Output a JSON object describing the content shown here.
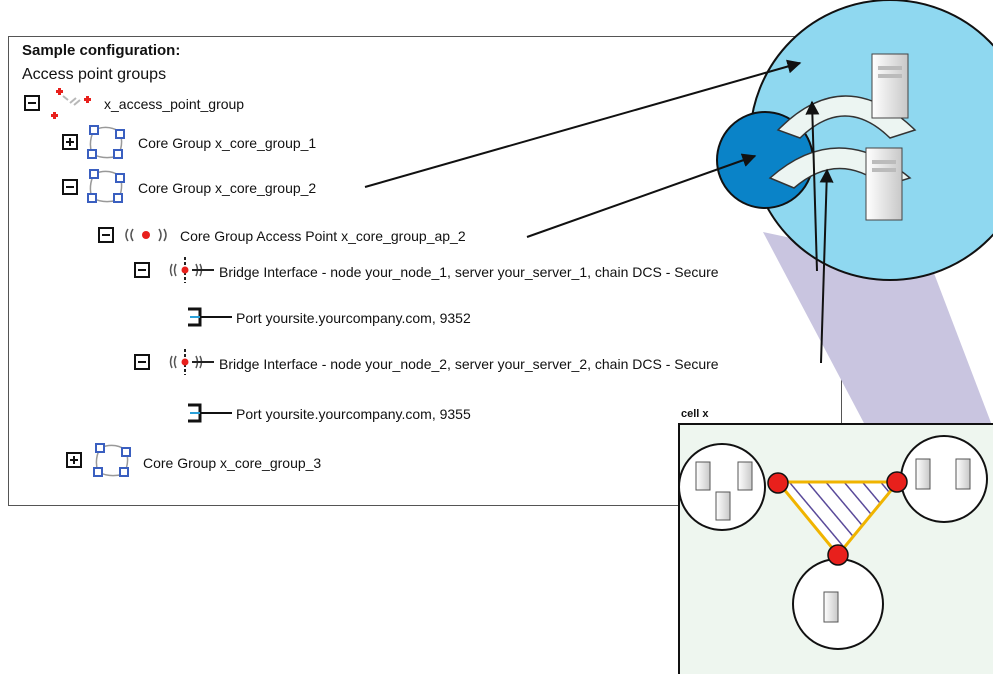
{
  "panel": {
    "heading": "Sample configuration:",
    "subheading": "Access point groups"
  },
  "tree": {
    "root": {
      "label": "x_access_point_group",
      "expanded": true,
      "icon": "access-point-group-icon"
    },
    "core_group_1": {
      "label": "Core Group x_core_group_1",
      "expanded": false,
      "icon": "core-group-icon"
    },
    "core_group_2": {
      "label": "Core Group x_core_group_2",
      "expanded": true,
      "icon": "core-group-icon"
    },
    "access_point": {
      "label": "Core Group Access Point  x_core_group_ap_2",
      "expanded": true,
      "icon": "access-point-icon"
    },
    "bridge_1": {
      "label": "Bridge Interface - node your_node_1, server your_server_1, chain DCS - Secure",
      "expanded": true,
      "icon": "bridge-interface-icon"
    },
    "port_1": {
      "label": "Port yoursite.yourcompany.com, 9352",
      "icon": "port-icon"
    },
    "bridge_2": {
      "label": "Bridge Interface - node your_node_2, server your_server_2, chain DCS - Secure",
      "expanded": true,
      "icon": "bridge-interface-icon"
    },
    "port_2": {
      "label": "Port yoursite.yourcompany.com, 9355",
      "icon": "port-icon"
    },
    "core_group_3": {
      "label": "Core Group x_core_group_3",
      "expanded": false,
      "icon": "core-group-icon"
    }
  },
  "cell": {
    "label": "cell x"
  },
  "colors": {
    "zoom_circle": "#8fd8f0",
    "access_point_circle": "#0a83c8",
    "node_red": "#e8201c",
    "triangle_line": "#f0b400",
    "hatch": "#5a4a9a",
    "zoom_cone": "#c9c5e0",
    "group_icon": "#3a5fc0"
  }
}
